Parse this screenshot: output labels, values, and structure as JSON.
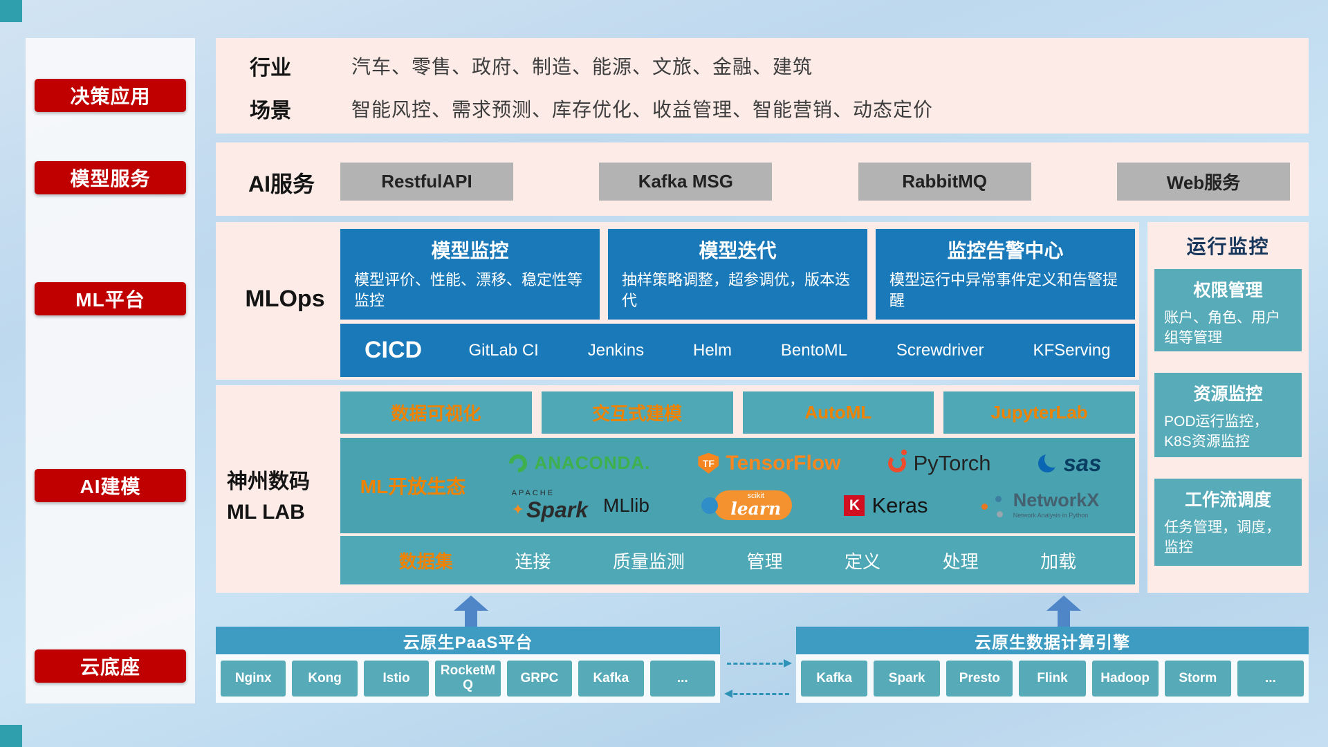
{
  "colors": {
    "accent_red": "#c00000",
    "panel_pink": "#fcebe6",
    "card_blue": "#1a79b8",
    "teal": "#4fa8b5",
    "accent_orange": "#ef8200",
    "arrow_blue": "#4f86c8"
  },
  "sidebar": {
    "items": [
      {
        "label": "决策应用"
      },
      {
        "label": "模型服务"
      },
      {
        "label": "ML平台"
      },
      {
        "label": "AI建模"
      },
      {
        "label": "云底座"
      }
    ]
  },
  "industry": {
    "rows": [
      {
        "label": "行业",
        "text": "汽车、零售、政府、制造、能源、文旅、金融、建筑"
      },
      {
        "label": "场景",
        "text": "智能风控、需求预测、库存优化、收益管理、智能营销、动态定价"
      }
    ]
  },
  "ai_service": {
    "label": "AI服务",
    "buttons": [
      "RestfulAPI",
      "Kafka MSG",
      "RabbitMQ",
      "Web服务"
    ]
  },
  "mlops": {
    "label": "MLOps",
    "cards": [
      {
        "title": "模型监控",
        "desc": "模型评价、性能、漂移、稳定性等监控"
      },
      {
        "title": "模型迭代",
        "desc": "抽样策略调整，超参调优，版本迭代"
      },
      {
        "title": "监控告警中心",
        "desc": "模型运行中异常事件定义和告警提醒"
      }
    ],
    "cicd_label": "CICD",
    "cicd_items": [
      "GitLab CI",
      "Jenkins",
      "Helm",
      "BentoML",
      "Screwdriver",
      "KFServing"
    ]
  },
  "monitor": {
    "title": "运行监控",
    "cards": [
      {
        "title": "权限管理",
        "desc": "账户、角色、用户组等管理"
      },
      {
        "title": "资源监控",
        "desc": "POD运行监控，K8S资源监控"
      },
      {
        "title": "工作流调度",
        "desc": "任务管理，调度，监控"
      }
    ]
  },
  "mllab": {
    "label_line1": "神州数码",
    "label_line2": "ML LAB",
    "tools": [
      "数据可视化",
      "交互式建模",
      "AutoML",
      "JupyterLab"
    ],
    "ecosystem_label": "ML开放生态",
    "logos": {
      "anaconda": "ANACONDA.",
      "tf_mark": "TF",
      "tensorflow": "TensorFlow",
      "pytorch": "PyTorch",
      "sas": "sas",
      "spark_sub": "APACHE",
      "spark": "Spark",
      "mllib": "MLlib",
      "sklearn_top": "scikit",
      "sklearn": "learn",
      "keras_k": "K",
      "keras": "Keras",
      "networkx": "NetworkX",
      "networkx_sub": "Network Analysis in Python"
    },
    "dataset": {
      "label": "数据集",
      "items": [
        "连接",
        "质量监测",
        "管理",
        "定义",
        "处理",
        "加载"
      ]
    }
  },
  "bottom": {
    "paas": {
      "title": "云原生PaaS平台",
      "items": [
        "Nginx",
        "Kong",
        "Istio",
        "RocketMQ",
        "GRPC",
        "Kafka",
        "..."
      ]
    },
    "engine": {
      "title": "云原生数据计算引擎",
      "items": [
        "Kafka",
        "Spark",
        "Presto",
        "Flink",
        "Hadoop",
        "Storm",
        "..."
      ]
    }
  }
}
